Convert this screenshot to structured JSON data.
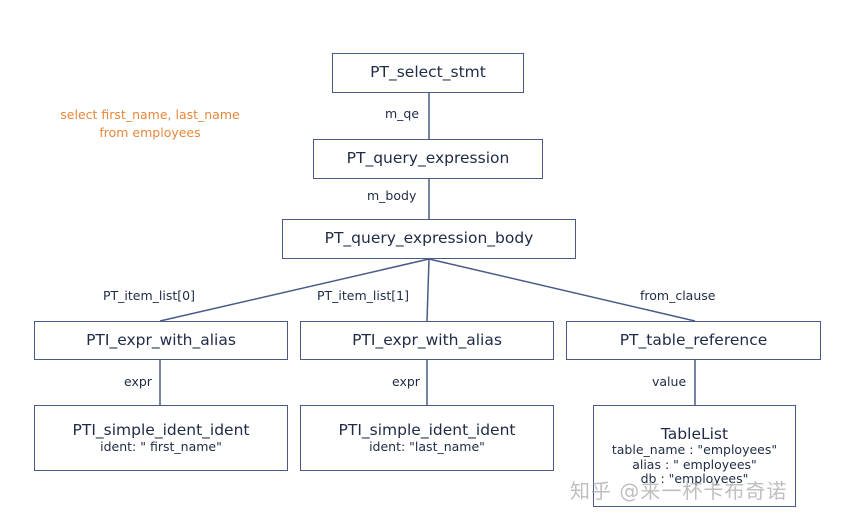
{
  "sql": {
    "line1": "select first_name, last_name",
    "line2": "from employees"
  },
  "nodes": {
    "select_stmt": "PT_select_stmt",
    "query_expression": "PT_query_expression",
    "query_expression_body": "PT_query_expression_body",
    "expr_alias_1": "PTI_expr_with_alias",
    "expr_alias_2": "PTI_expr_with_alias",
    "table_reference": "PT_table_reference",
    "ident_1": {
      "title": "PTI_simple_ident_ident",
      "sub": "ident: \" first_name\""
    },
    "ident_2": {
      "title": "PTI_simple_ident_ident",
      "sub": "ident: \"last_name\""
    },
    "table_list": {
      "title": "TableList",
      "line1": "table_name : \"employees\"",
      "line2": "alias : \" employees\"",
      "line3": "db : \"employees\""
    }
  },
  "edges": {
    "m_qe": "m_qe",
    "m_body": "m_body",
    "item_list_0": "PT_item_list[0]",
    "item_list_1": "PT_item_list[1]",
    "from_clause": "from_clause",
    "expr_1": "expr",
    "expr_2": "expr",
    "value": "value"
  },
  "watermark": "知乎 @来一杯卡布奇诺",
  "colors": {
    "box_border": "#4a5a85",
    "sql_text": "#e8873a",
    "line": "#4a5a85"
  }
}
